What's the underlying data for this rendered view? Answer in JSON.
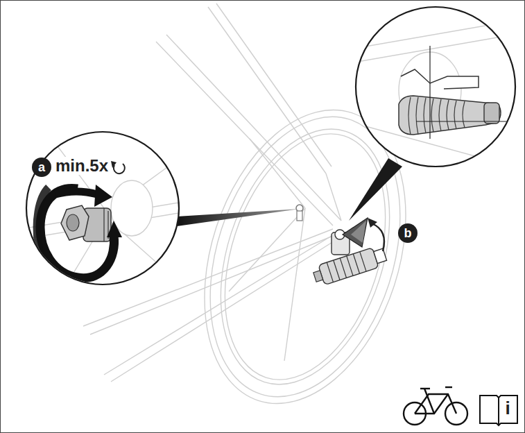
{
  "diagram": {
    "nodes": [
      {
        "text": [
          "a"
        ]
      },
      {
        "text": [
          "b"
        ]
      }
    ],
    "labels": [
      "min.5x",
      "i"
    ]
  }
}
